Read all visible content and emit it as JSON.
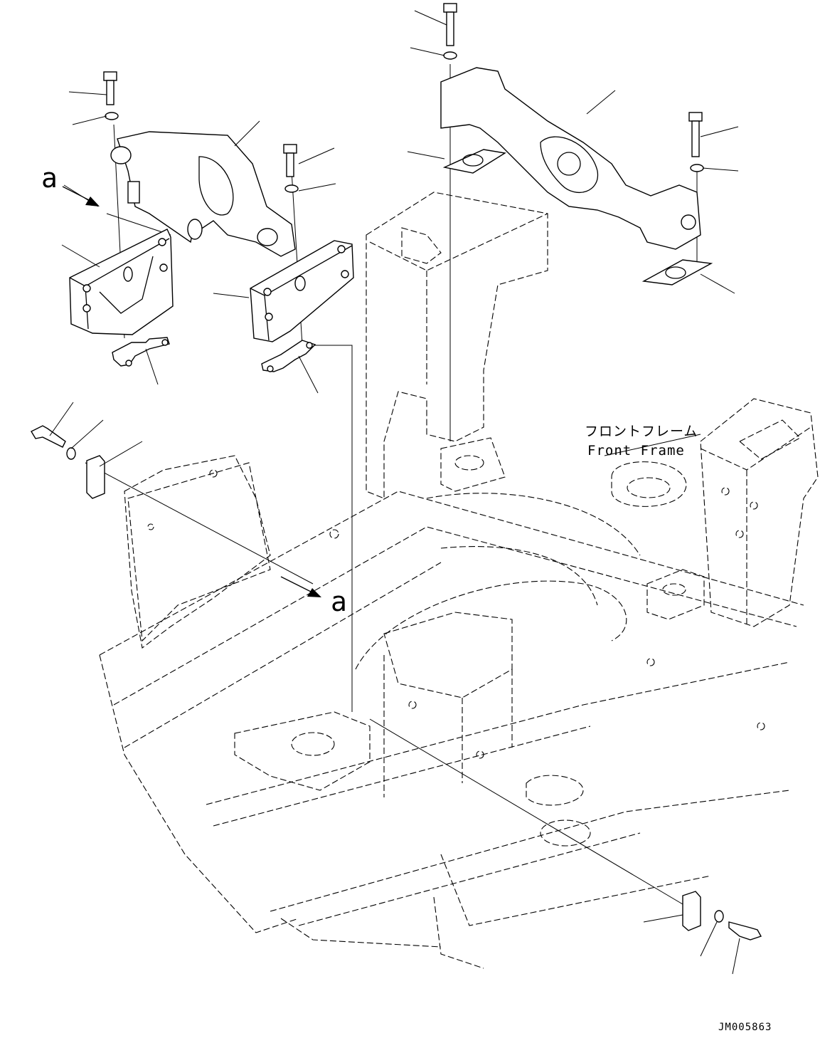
{
  "labels": {
    "view_a_top": "a",
    "view_a_bottom": "a",
    "frame_jp": "フロントフレーム",
    "frame_en": "Front Frame",
    "drawing_code": "JM005863"
  }
}
